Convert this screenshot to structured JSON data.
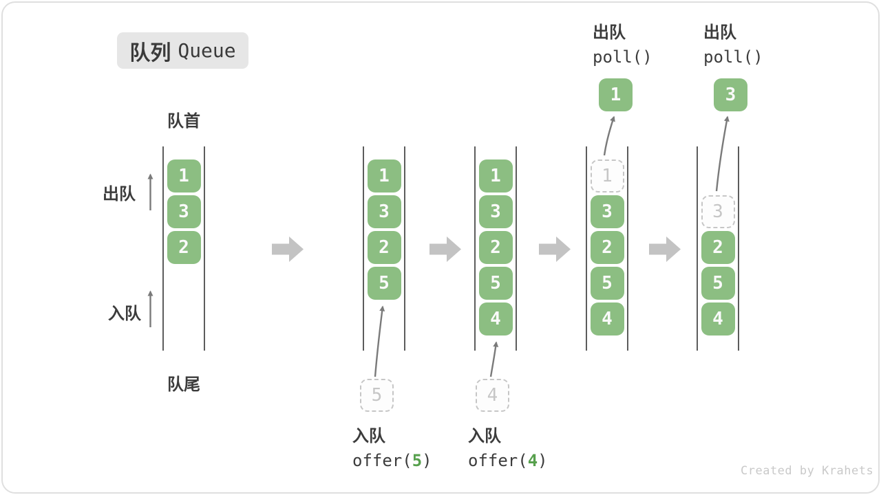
{
  "title": {
    "zh": "队列",
    "en": "Queue"
  },
  "labels": {
    "front": "队首",
    "rear": "队尾",
    "dequeue_side": "出队",
    "enqueue_side": "入队"
  },
  "watermark": "Created by Krahets",
  "colors": {
    "box_green": "#8CBE82",
    "arg_green": "#57A04D",
    "block_arrow_gray": "#C3C3C3",
    "thin_arrow_gray": "#7A7A7A"
  },
  "states": [
    {
      "slots": [
        {
          "value": "1"
        },
        {
          "value": "3"
        },
        {
          "value": "2"
        }
      ]
    },
    {
      "slots": [
        {
          "value": "1"
        },
        {
          "value": "3"
        },
        {
          "value": "2"
        },
        {
          "value": "5"
        }
      ],
      "pending": "5",
      "op": {
        "label": "入队",
        "code_pre": "offer(",
        "arg": "5",
        "code_post": ")"
      }
    },
    {
      "slots": [
        {
          "value": "1"
        },
        {
          "value": "3"
        },
        {
          "value": "2"
        },
        {
          "value": "5"
        },
        {
          "value": "4"
        }
      ],
      "pending": "4",
      "op": {
        "label": "入队",
        "code_pre": "offer(",
        "arg": "4",
        "code_post": ")"
      }
    },
    {
      "slots": [
        {
          "value": "1",
          "ghost": true
        },
        {
          "value": "3"
        },
        {
          "value": "2"
        },
        {
          "value": "5"
        },
        {
          "value": "4"
        }
      ],
      "removed": "1",
      "op": {
        "label": "出队",
        "code": "poll()"
      }
    },
    {
      "slots": [
        {
          "value": "3",
          "ghost": true
        },
        {
          "value": "2"
        },
        {
          "value": "5"
        },
        {
          "value": "4"
        }
      ],
      "removed": "3",
      "op": {
        "label": "出队",
        "code": "poll()"
      }
    }
  ]
}
